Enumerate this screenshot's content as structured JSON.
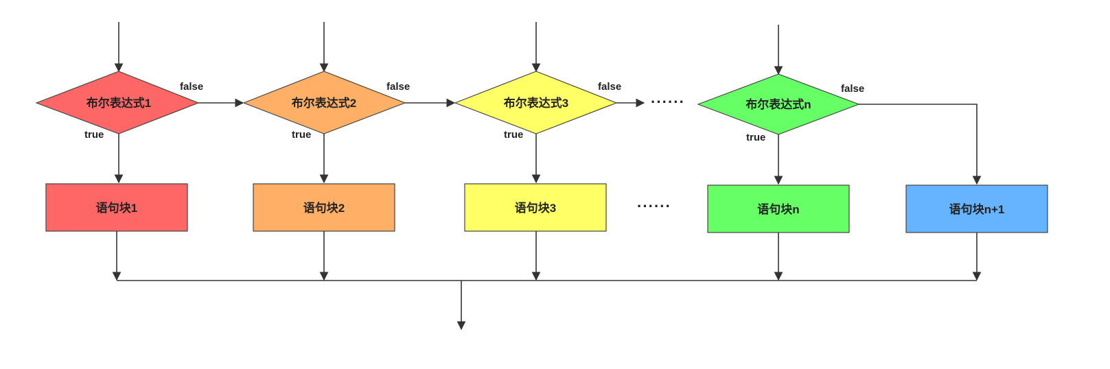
{
  "decisions": [
    {
      "label": "布尔表达式1",
      "true_label": "true",
      "false_label": "false",
      "color": "#ff6666"
    },
    {
      "label": "布尔表达式2",
      "true_label": "true",
      "false_label": "false",
      "color": "#ffb066"
    },
    {
      "label": "布尔表达式3",
      "true_label": "true",
      "false_label": "false",
      "color": "#ffff66"
    },
    {
      "label": "布尔表达式n",
      "true_label": "true",
      "false_label": "false",
      "color": "#66ff66"
    }
  ],
  "blocks": [
    {
      "label": "语句块1",
      "color": "#ff6666"
    },
    {
      "label": "语句块2",
      "color": "#ffb066"
    },
    {
      "label": "语句块3",
      "color": "#ffff66"
    },
    {
      "label": "语句块n",
      "color": "#66ff66"
    },
    {
      "label": "语句块n+1",
      "color": "#66b3ff"
    }
  ],
  "ellipsis": "······"
}
